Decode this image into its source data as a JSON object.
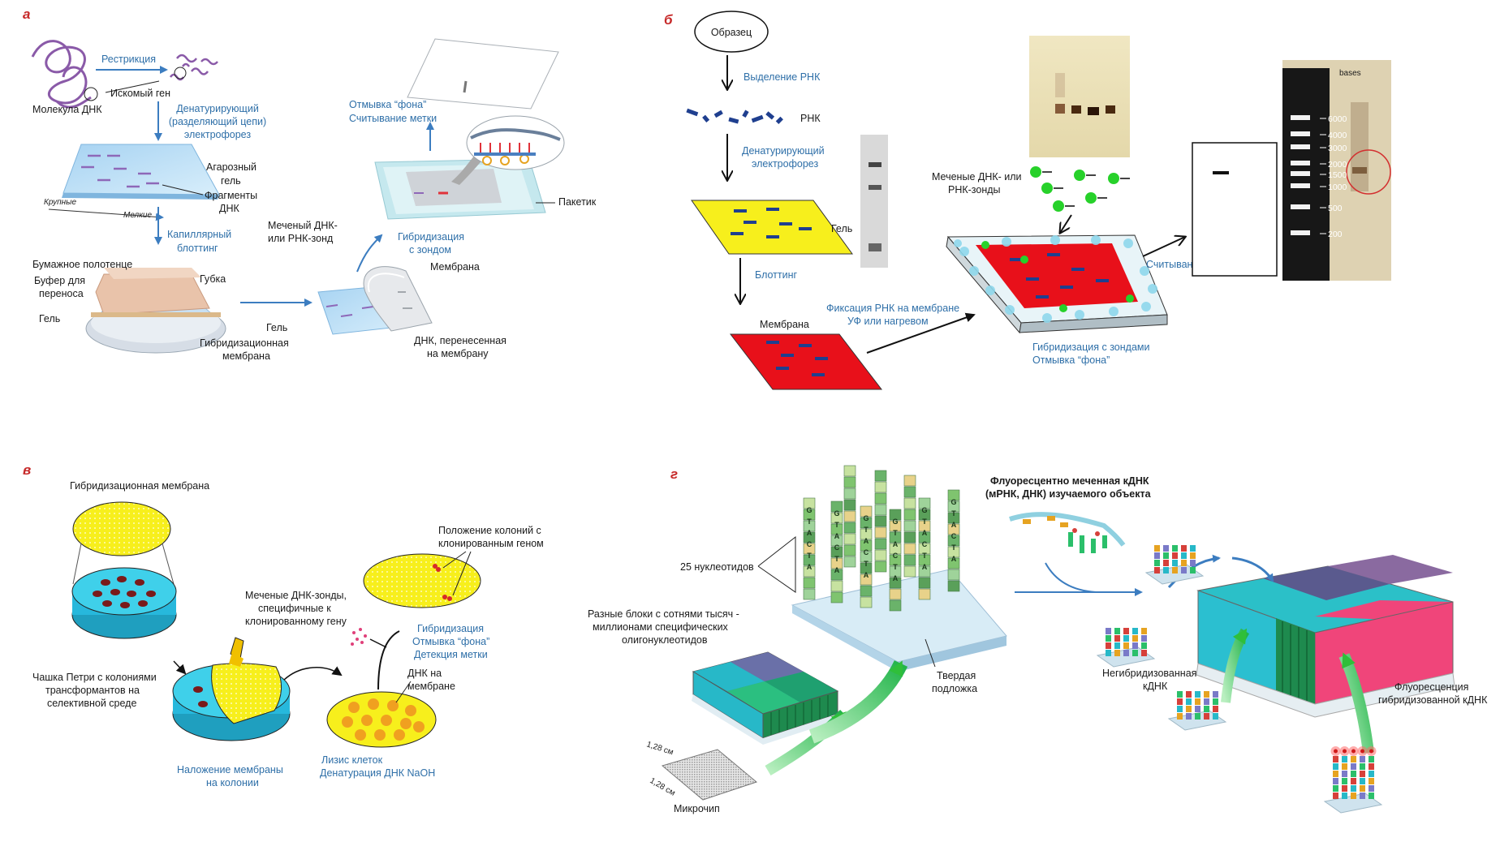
{
  "panels": {
    "a": {
      "letter": "а",
      "restriction": "Рестрикция",
      "target_gene": "Искомый ген",
      "dna_molecule": "Молекула ДНК",
      "denat_1": "Денатурирующий",
      "denat_2": "(разделяющий цепи)",
      "denat_3": "электрофорез",
      "agarose_1": "Агарозный",
      "agarose_2": "гель",
      "fragments_1": "Фрагменты",
      "fragments_2": "ДНК",
      "large": "Крупные",
      "small": "Мелкие",
      "capillary_1": "Капиллярный",
      "capillary_2": "блоттинг",
      "paper_towel": "Бумажное полотенце",
      "buffer_1": "Буфер для",
      "buffer_2": "переноса",
      "sponge": "Губка",
      "gel_1": "Гель",
      "hyb_membrane_1": "Гибридизационная",
      "hyb_membrane_2": "мембрана",
      "gel_2": "Гель",
      "membrane": "Мембрана",
      "dna_on_membrane_1": "ДНК, перенесенная",
      "dna_on_membrane_2": "на мембрану",
      "probe_1": "Меченый ДНК-",
      "probe_2": "или РНК-зонд",
      "hybridization_1": "Гибридизация",
      "hybridization_2": "с зондом",
      "packet": "Пакетик",
      "wash_1": "Отмывка “фона”",
      "wash_2": "Считывание метки"
    },
    "b": {
      "letter": "б",
      "sample": "Образец",
      "rna_isolation": "Выделение РНК",
      "rna": "РНК",
      "denat_1": "Денатурирующий",
      "denat_2": "электрофорез",
      "gel": "Гель",
      "blotting": "Блоттинг",
      "membrane": "Мембрана",
      "fixation_1": "Фиксация РНК на мембране",
      "fixation_2": "УФ или нагревом",
      "probes_1": "Меченые ДНК- или",
      "probes_2": "РНК-зонды",
      "hyb_1": "Гибридизация с зондами",
      "hyb_2": "Отмывка “фона”",
      "readout": "Считывание метки",
      "ladder_header": "bases",
      "ladder": [
        "6000",
        "4000",
        "3000",
        "2000",
        "1500",
        "1000",
        "500",
        "200"
      ]
    },
    "v": {
      "letter": "в",
      "hyb_membrane": "Гибридизационная мембрана",
      "petri_1": "Чашка Петри с колониями",
      "petri_2": "трансформантов на",
      "petri_3": "селективной среде",
      "overlay_1": "Наложение мембраны",
      "overlay_2": "на колонии",
      "lysis_1": "Лизис клеток",
      "lysis_2": "Денатурация ДНК NaOH",
      "dna_membrane_1": "ДНК на",
      "dna_membrane_2": "мембране",
      "probes_1": "Меченые ДНК-зонды,",
      "probes_2": "специфичные к",
      "probes_3": "клонированному гену",
      "hyb_1": "Гибридизация",
      "hyb_2": "Отмывка “фона”",
      "hyb_3": "Детекция метки",
      "colonies_1": "Положение колоний с",
      "colonies_2": "клонированным геном"
    },
    "g": {
      "letter": "г",
      "nucleotides": "25 нуклеотидов",
      "blocks_1": "Разные блоки с сотнями тысяч -",
      "blocks_2": "миллионами специфических",
      "blocks_3": "олигонуклеотидов",
      "size_1": "1,28 см",
      "size_2": "1,28 см",
      "microchip": "Микрочип",
      "substrate_1": "Твердая",
      "substrate_2": "подложка",
      "cdna_1": "Флуоресцентно меченная кДНК",
      "cdna_2": "(мРНК, ДНК) изучаемого объекта",
      "unhyb_1": "Негибридизованная",
      "unhyb_2": "кДНК",
      "fluor_1": "Флуоресценция",
      "fluor_2": "гибридизованной кДНК",
      "probe_letters": [
        "A",
        "T",
        "C",
        "A",
        "T",
        "G"
      ]
    }
  },
  "colors": {
    "label_blue": "#2e6fa8",
    "panel_letter": "#c62828",
    "gel_yellow": "#f7ef1c",
    "membrane_red": "#e8101a",
    "band_blue": "#1f3f8f",
    "probe_green": "#27d12a",
    "chip_teal": "#27b8c8",
    "chip_pink": "#f0457a"
  }
}
